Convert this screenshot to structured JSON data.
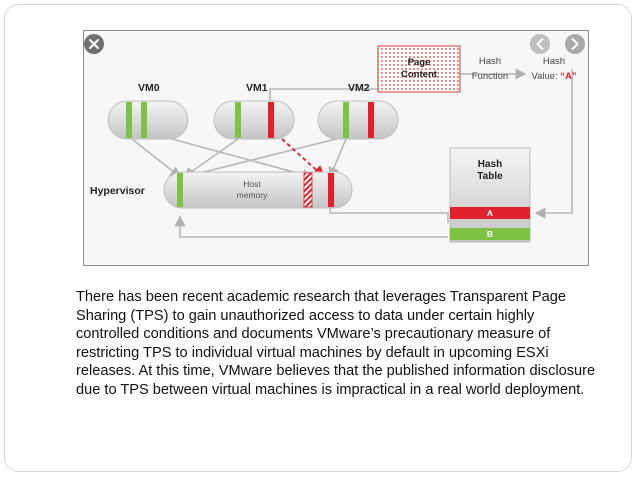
{
  "diagram": {
    "vm_labels": [
      "VM0",
      "VM1",
      "VM2"
    ],
    "hypervisor_label": "Hypervisor",
    "host_memory_line1": "Host",
    "host_memory_line2": "memory",
    "page_content_line1": "Page",
    "page_content_line2": "Content",
    "hash_function_line1": "Hash",
    "hash_function_line2": "Function",
    "hash_value_line1": "Hash",
    "hash_value_prefix": "Value: ",
    "hash_value_quoted": "“A”",
    "hash_table_line1": "Hash",
    "hash_table_line2": "Table",
    "hash_entry_a": "A",
    "hash_entry_b": "B"
  },
  "controls": {
    "close_icon": "close-icon",
    "prev_icon": "chevron-left-icon",
    "next_icon": "chevron-right-icon"
  },
  "colors": {
    "green": "#7cc243",
    "red": "#e0212b",
    "bar": "#dcdcdc"
  },
  "body_text": "There has been recent academic research that leverages Transparent Page Sharing (TPS) to gain unauthorized access to data under certain highly controlled conditions and documents VMware’s precautionary measure of restricting TPS to individual virtual machines by default in upcoming ESXi releases. At this time, VMware believes that the published information disclosure due to TPS between virtual machines is impractical in a real world deployment."
}
